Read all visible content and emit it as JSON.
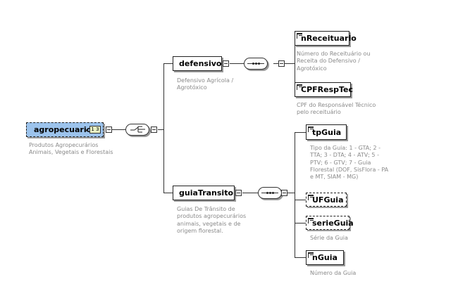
{
  "root": {
    "label": "agropecuario",
    "attr_badge": "1 3",
    "description": [
      "Produtos Agropecurários",
      "Animais, Vegetais e Florestais"
    ]
  },
  "branches": [
    {
      "label": "defensivo",
      "description": [
        "Defensivo Agrícola /",
        "Agrotóxico"
      ],
      "children": [
        {
          "label": "nReceituario",
          "optional": false,
          "description": [
            "Número do Receituário ou",
            "Receita do Defensivo /",
            "Agrotóxico"
          ]
        },
        {
          "label": "CPFRespTec",
          "optional": false,
          "description": [
            "CPF do Responsável Técnico",
            "pelo receituário"
          ]
        }
      ]
    },
    {
      "label": "guiaTransito",
      "description": [
        "Guias De Trânsito de",
        "produtos agropecurários",
        "animais, vegetais e de",
        "origem florestal."
      ],
      "children": [
        {
          "label": "tpGuia",
          "optional": false,
          "description": [
            "Tipo da Guia: 1 - GTA; 2 -",
            "TTA; 3 - DTA; 4 - ATV; 5 -",
            "PTV; 6 - GTV; 7 - Guia",
            "Florestal (DOF, SisFlora - PA",
            "e MT, SIAM - MG)"
          ]
        },
        {
          "label": "UFGuia",
          "optional": true,
          "description": []
        },
        {
          "label": "serieGuia",
          "optional": true,
          "description": [
            "Série da Guia"
          ]
        },
        {
          "label": "nGuia",
          "optional": false,
          "description": [
            "Número da Guia"
          ]
        }
      ]
    }
  ]
}
